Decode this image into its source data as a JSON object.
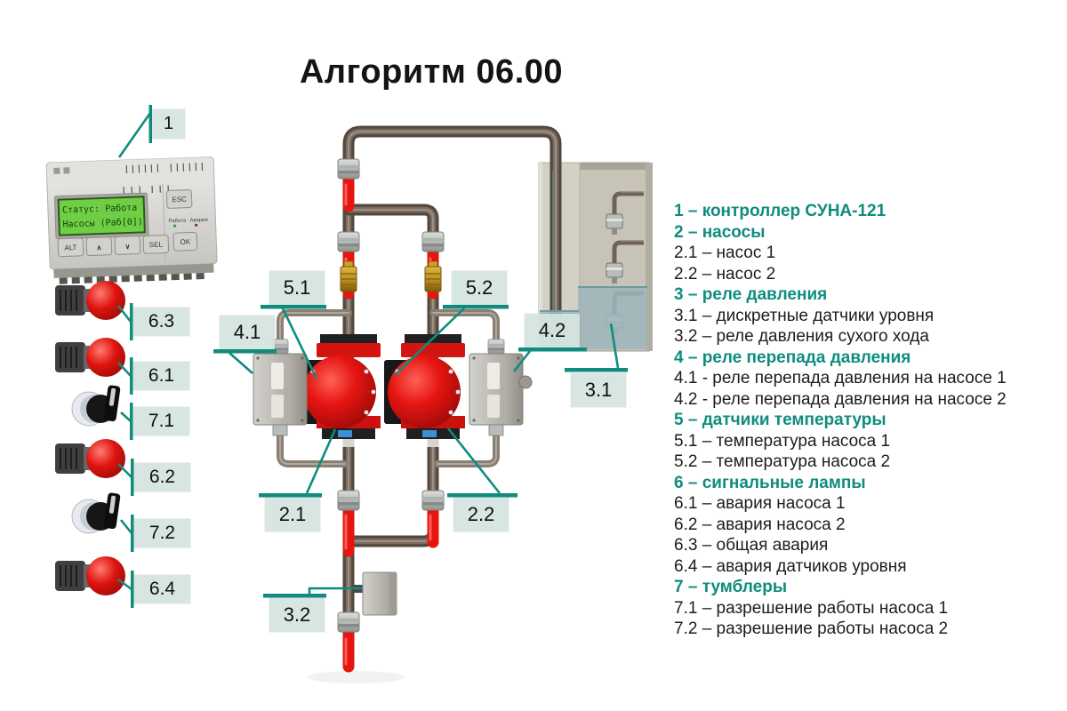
{
  "title": "Алгоритм 06.00",
  "legend": {
    "items": [
      {
        "text": "1 – контроллер СУНА-121",
        "heading": true
      },
      {
        "text": "2 – насосы",
        "heading": true
      },
      {
        "text": "2.1 – насос 1",
        "heading": false
      },
      {
        "text": "2.2 – насос 2",
        "heading": false
      },
      {
        "text": "3 – реле давления",
        "heading": true
      },
      {
        "text": "3.1 – дискретные датчики уровня",
        "heading": false
      },
      {
        "text": "3.2 – реле давления сухого хода",
        "heading": false
      },
      {
        "text": "4 – реле перепада давления",
        "heading": true
      },
      {
        "text": "4.1 - реле перепада давления на насосе 1",
        "heading": false
      },
      {
        "text": "4.2 - реле перепада давления на насосе 2",
        "heading": false
      },
      {
        "text": "5 – датчики температуры",
        "heading": true
      },
      {
        "text": "5.1 – температура насоса 1",
        "heading": false
      },
      {
        "text": "5.2 – температура насоса 2",
        "heading": false
      },
      {
        "text": "6 – сигнальные лампы",
        "heading": true
      },
      {
        "text": "6.1 – авария насоса 1",
        "heading": false
      },
      {
        "text": "6.2 – авария насоса 2",
        "heading": false
      },
      {
        "text": "6.3 – общая авария",
        "heading": false
      },
      {
        "text": "6.4 – авария датчиков уровня",
        "heading": false
      },
      {
        "text": "7 – тумблеры",
        "heading": true
      },
      {
        "text": "7.1 – разрешение работы насоса 1",
        "heading": false
      },
      {
        "text": "7.2 – разрешение работы насоса 2",
        "heading": false
      }
    ]
  },
  "controller": {
    "lcd_line1": "Статус: Работа",
    "lcd_line2": "Насосы (Раб[0])",
    "btn_alt": "ALT",
    "btn_up": "∧",
    "btn_down": "∨",
    "btn_sel": "SEL",
    "btn_esc": "ESC",
    "btn_ok": "OK",
    "led_run": "Работа",
    "led_alarm": "Авария"
  },
  "callouts": {
    "c1": "1",
    "c21": "2.1",
    "c22": "2.2",
    "c31": "3.1",
    "c32": "3.2",
    "c41": "4.1",
    "c42": "4.2",
    "c51": "5.1",
    "c52": "5.2",
    "c61": "6.1",
    "c62": "6.2",
    "c63": "6.3",
    "c64": "6.4",
    "c71": "7.1",
    "c72": "7.2"
  },
  "colors": {
    "accent_teal": "#0f8c7e",
    "label_box_bg": "#d5e4e0",
    "pump_red": "#e51210",
    "valve_red": "#e8140f",
    "pipe_dark": "#54483e",
    "brass": "#b98a1f",
    "relay_gray": "#b6b4ad",
    "water": "#9db6bc",
    "lcd_green": "#6fce44"
  }
}
